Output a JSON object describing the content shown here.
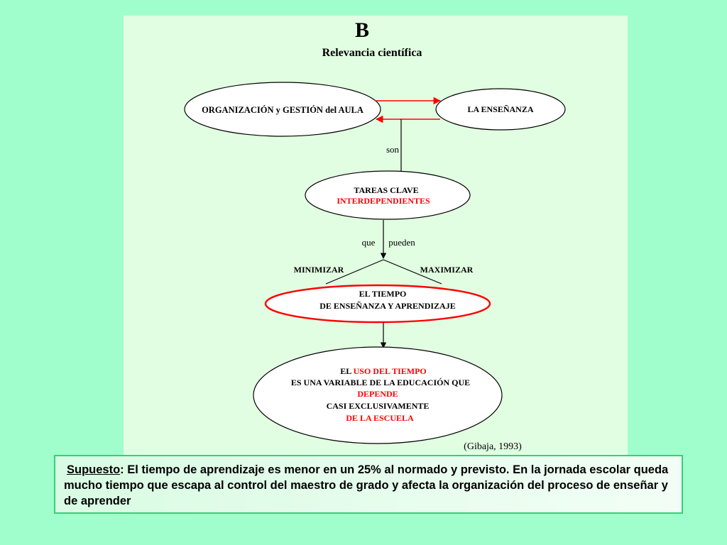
{
  "slide": {
    "letter": "B",
    "title": "Relevancia científica",
    "citation": "(Gibaja, 1993)"
  },
  "nodes": {
    "organizacion": "ORGANIZACIÓN y GESTIÓN del AULA",
    "ensenanza": "LA ENSEÑANZA",
    "tareas_line1": "TAREAS CLAVE",
    "tareas_line2": "INTERDEPENDIENTES",
    "tiempo_line1": "EL TIEMPO",
    "tiempo_line2": "DE ENSEÑANZA Y APRENDIZAJE",
    "uso_l1_a": "EL ",
    "uso_l1_b": "USO DEL TIEMPO",
    "uso_l2": "ES UNA VARIABLE DE LA EDUCACIÓN QUE",
    "uso_l3": "DEPENDE",
    "uso_l4": "CASI EXCLUSIVAMENTE",
    "uso_l5": "DE LA ESCUELA"
  },
  "connectors": {
    "son": "son",
    "que": "que",
    "pueden": "pueden",
    "minimizar": "MINIMIZAR",
    "maximizar": "MAXIMIZAR"
  },
  "caption": {
    "label": "Supuesto",
    "text": ": El tiempo de aprendizaje es menor en un 25% al normado y previsto.   En la jornada escolar queda mucho tiempo que escapa al control del maestro de grado y afecta la organización del proceso de enseñar y de aprender"
  },
  "colors": {
    "background": "#9ffecb",
    "panel": "#e2fee2",
    "emphasis": "#ff0000",
    "caption_border": "#2fd27a"
  }
}
